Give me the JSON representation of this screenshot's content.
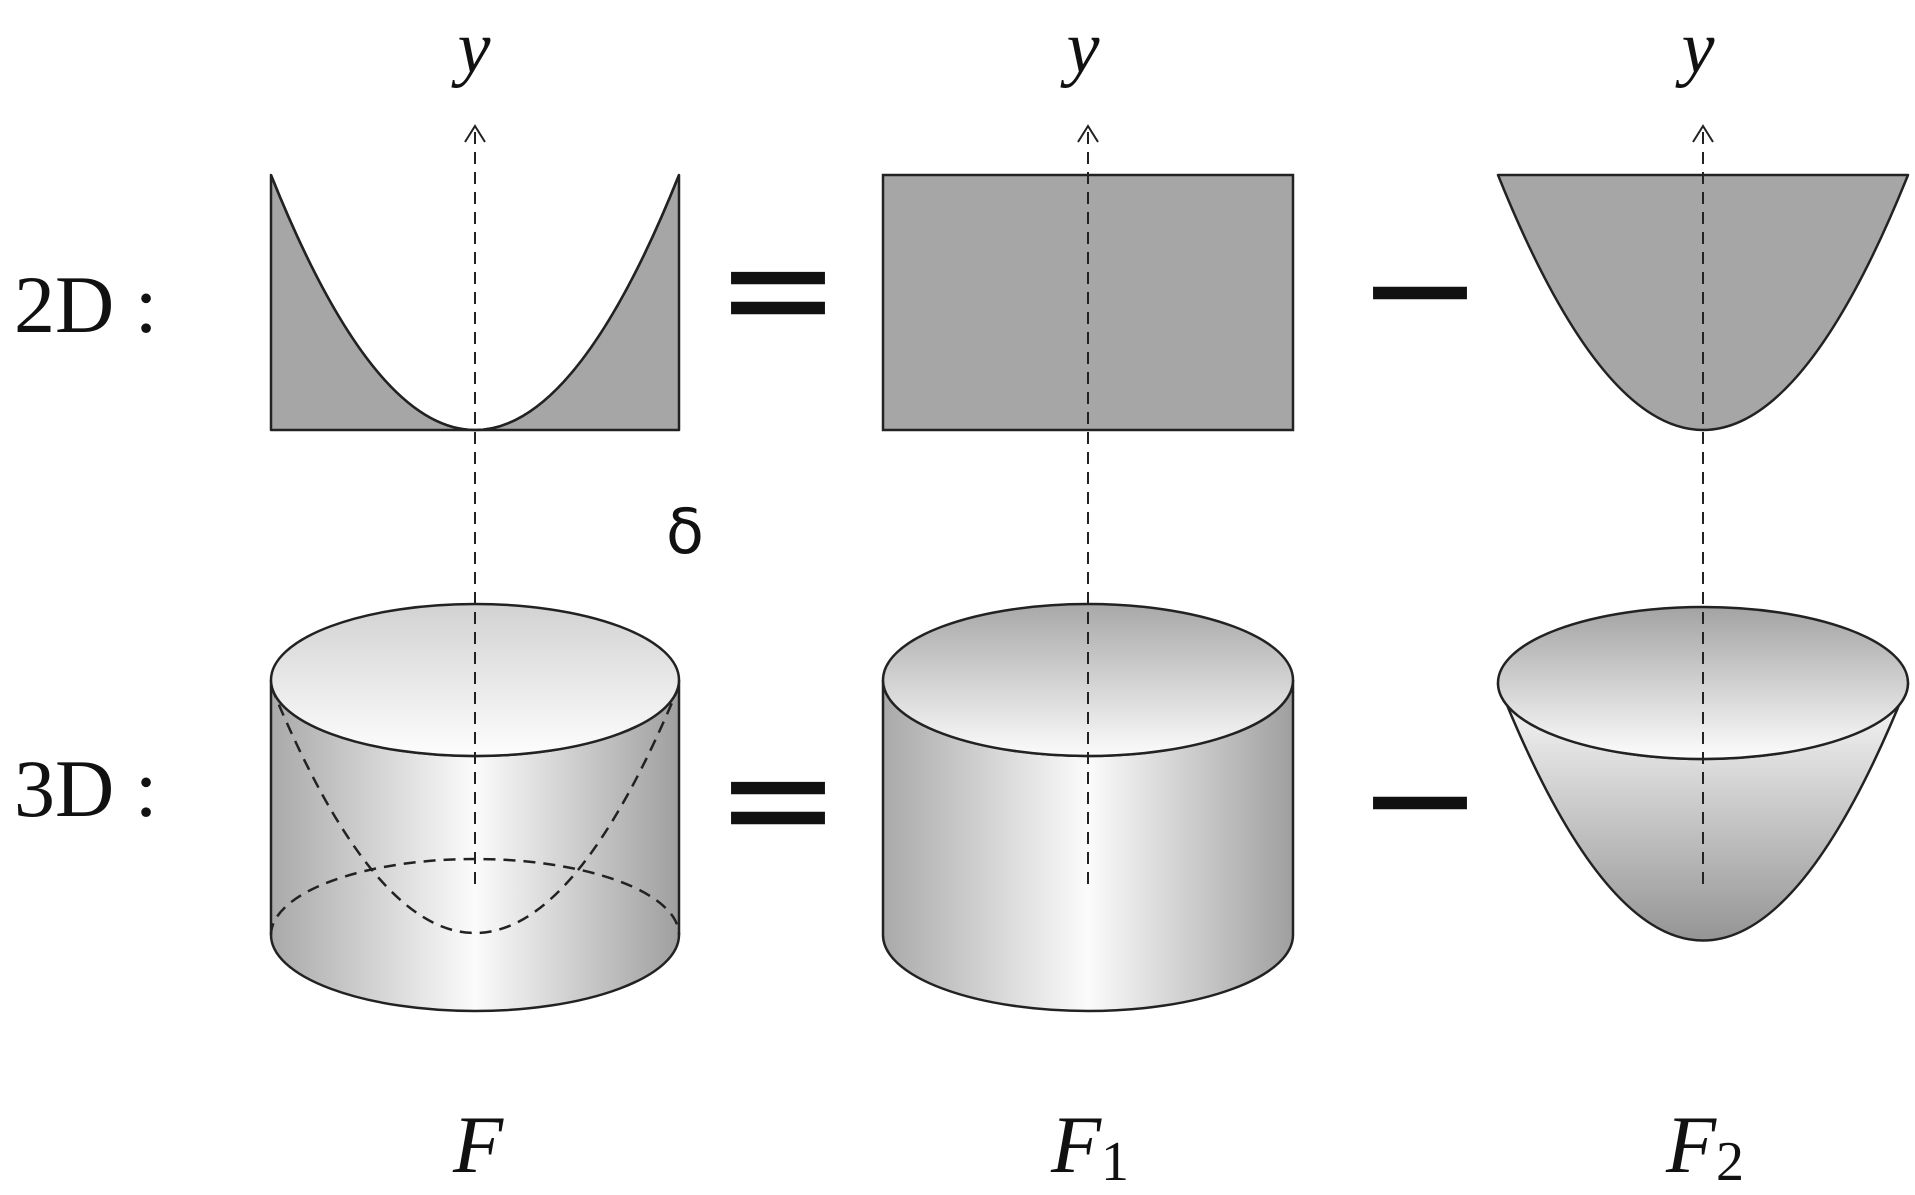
{
  "rows": {
    "top": {
      "label": "2D :"
    },
    "bottom": {
      "label": "3D :"
    }
  },
  "axis": {
    "label": "y"
  },
  "operators": {
    "equals": "=",
    "minus": "−"
  },
  "annotation": {
    "label": "δ"
  },
  "columns": [
    {
      "name": "F",
      "subscript": ""
    },
    {
      "name": "F",
      "subscript": "1"
    },
    {
      "name": "F",
      "subscript": "2"
    }
  ],
  "colors": {
    "stroke": "#222222",
    "fill_2d": "#a6a6a6",
    "shade_light": "#f8f8f8",
    "shade_dark": "#a4a4a4"
  }
}
